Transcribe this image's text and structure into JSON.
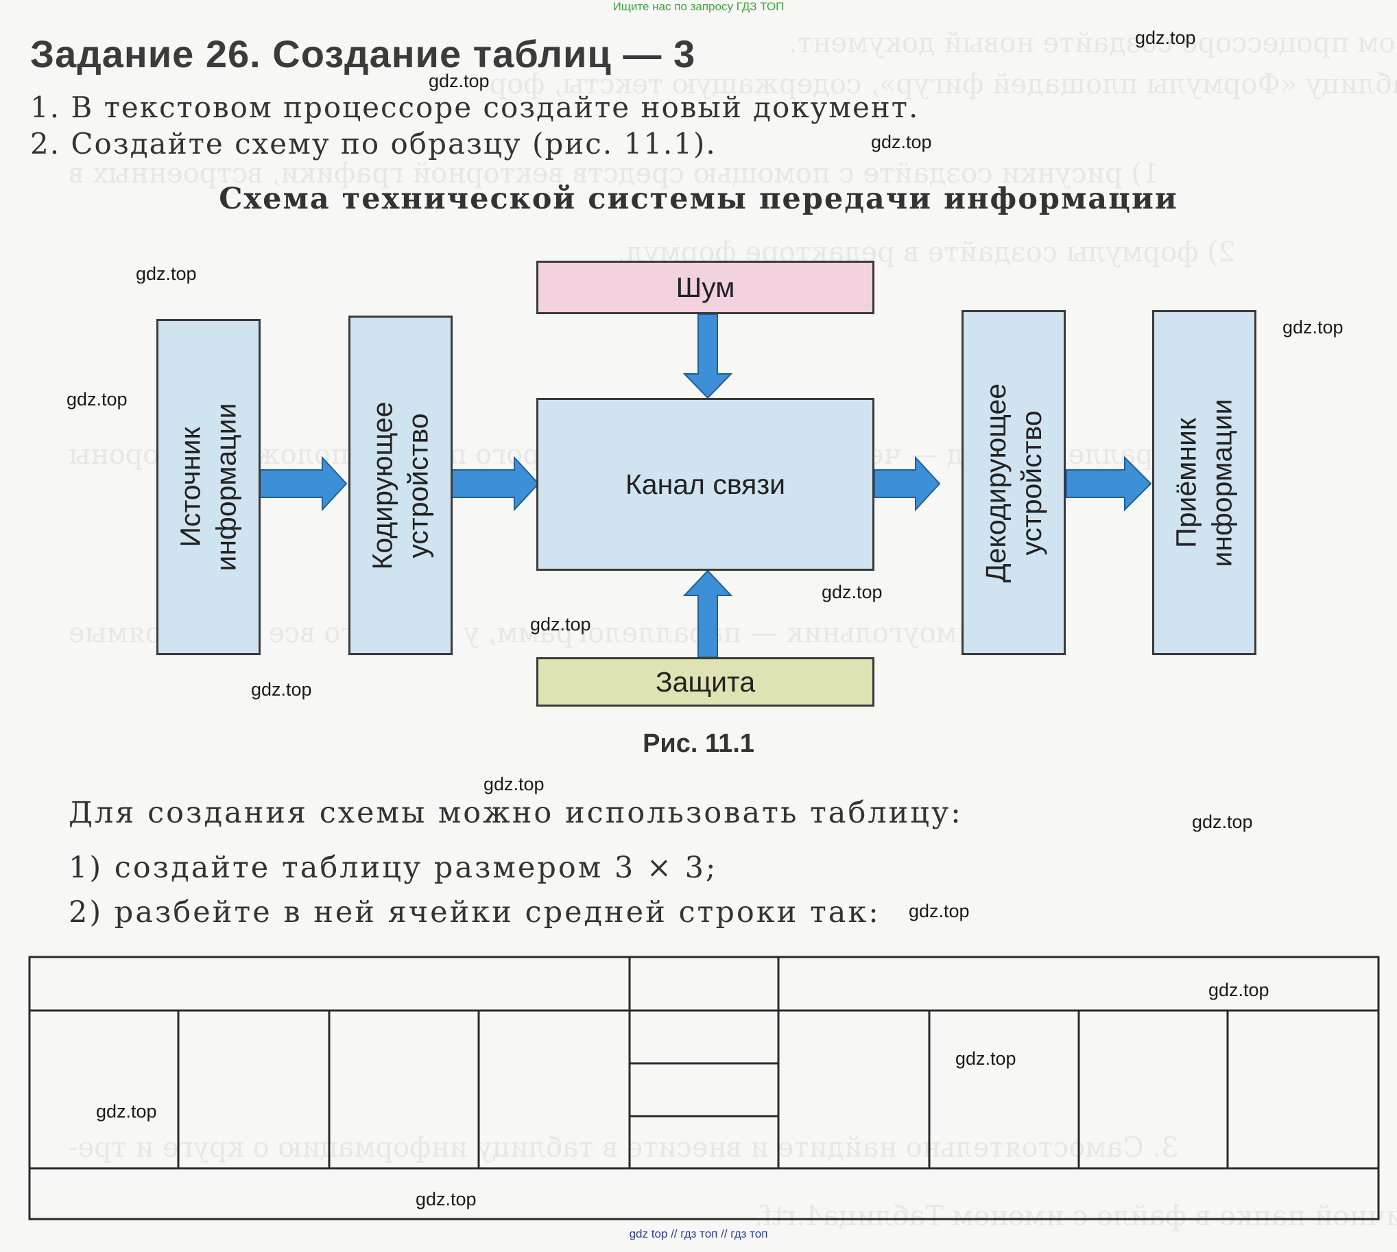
{
  "banner": "Ищите нас по запросу ГДЗ ТОП",
  "heading": "Задание 26. Создание таблиц — 3",
  "steps": [
    "1. В текстовом процессоре создайте новый документ.",
    "2. Создайте схему по образцу (рис. 11.1)."
  ],
  "scheme": {
    "title": "Схема технической системы передачи информации",
    "source": [
      "Источник",
      "информации"
    ],
    "encoder": [
      "Кодирующее",
      "устройство"
    ],
    "noise": "Шум",
    "channel": "Канал  связи",
    "protection": "Защита",
    "decoder": [
      "Декодирующее",
      "устройство"
    ],
    "receiver": [
      "Приёмник",
      "информации"
    ],
    "colors": {
      "blue_box": "#cfe3f0",
      "noise_box": "#f1d2de",
      "protection_box": "#dfe3b3",
      "arrow": "#3d8fd6"
    }
  },
  "caption": "Рис.  11.1",
  "instructions": {
    "intro": "Для  создания  схемы  можно  использовать  таблицу:",
    "item1": "1)  создайте  таблицу  размером  3 × 3;",
    "item2": "2)  разбейте  в  ней  ячейки  средней  строки  так:"
  },
  "watermark": "gdz.top",
  "footer": "gdz top  //  гдз топ  //  гдз топ"
}
